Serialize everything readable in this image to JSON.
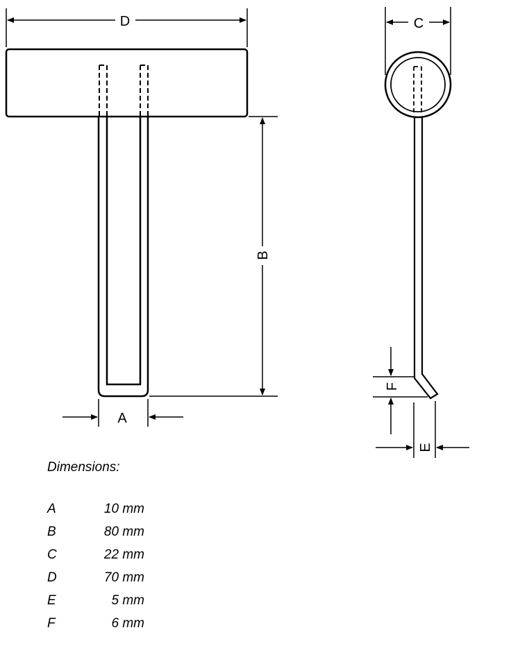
{
  "labels": {
    "a": "A",
    "b": "B",
    "c": "C",
    "d": "D",
    "e": "E",
    "f": "F"
  },
  "dimensions": {
    "title": "Dimensions:",
    "rows": [
      {
        "letter": "A",
        "value": "10 mm"
      },
      {
        "letter": "B",
        "value": "80 mm"
      },
      {
        "letter": "C",
        "value": "22 mm"
      },
      {
        "letter": "D",
        "value": "70 mm"
      },
      {
        "letter": "E",
        "value": "5 mm"
      },
      {
        "letter": "F",
        "value": "6 mm"
      }
    ]
  }
}
